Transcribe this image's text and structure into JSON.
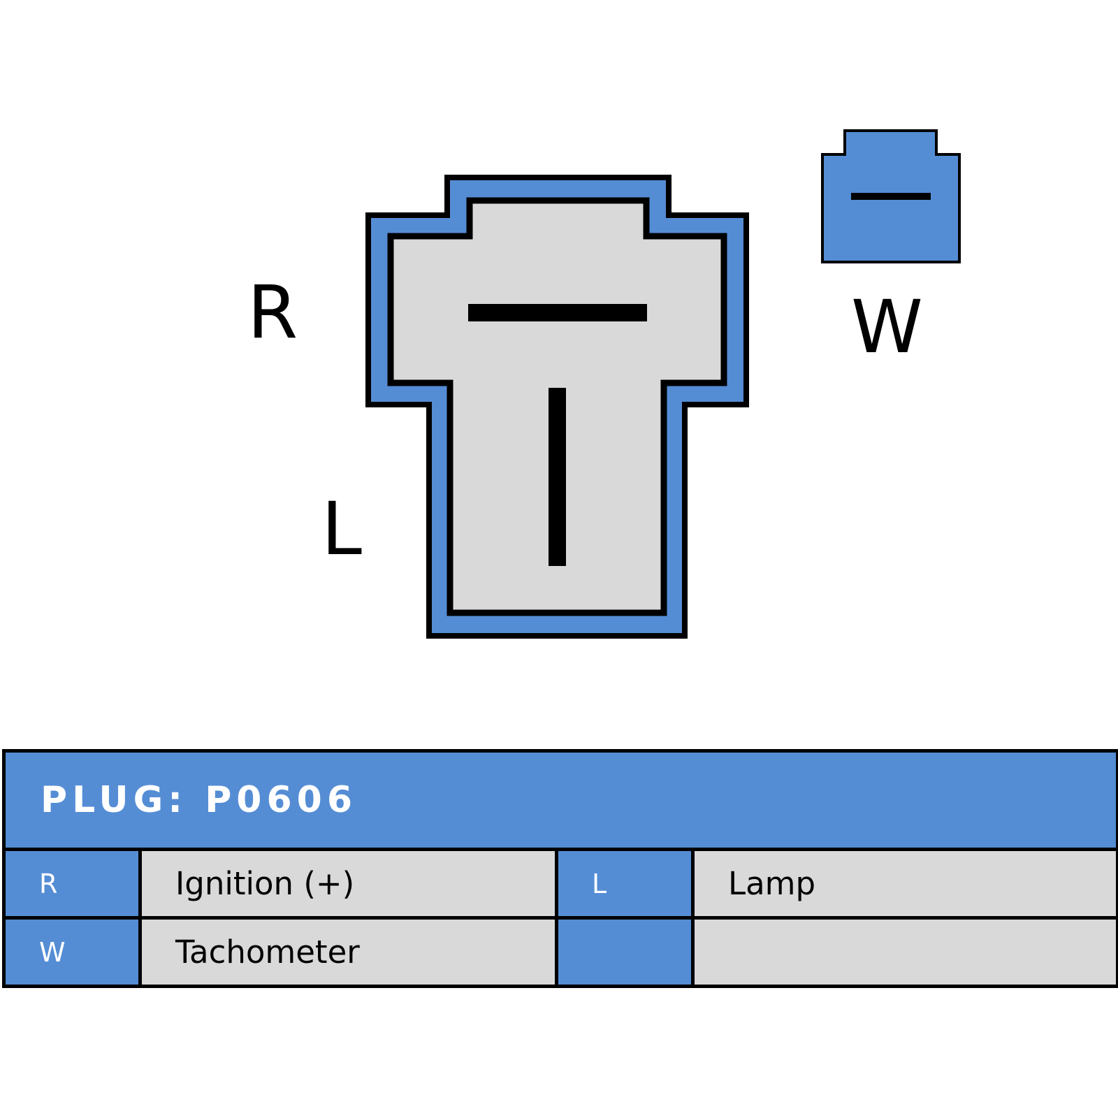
{
  "diagram": {
    "labels": {
      "r": "R",
      "l": "L",
      "w": "W"
    },
    "colors": {
      "connector_blue": "#558dd5",
      "connector_grey": "#d9d9d9",
      "outline": "#000000"
    }
  },
  "table": {
    "title": "PLUG: P0606",
    "rows": [
      {
        "pin_a": "R",
        "function_a": "Ignition (+)",
        "pin_b": "L",
        "function_b": "Lamp"
      },
      {
        "pin_a": "W",
        "function_a": "Tachometer",
        "pin_b": "",
        "function_b": ""
      }
    ]
  }
}
